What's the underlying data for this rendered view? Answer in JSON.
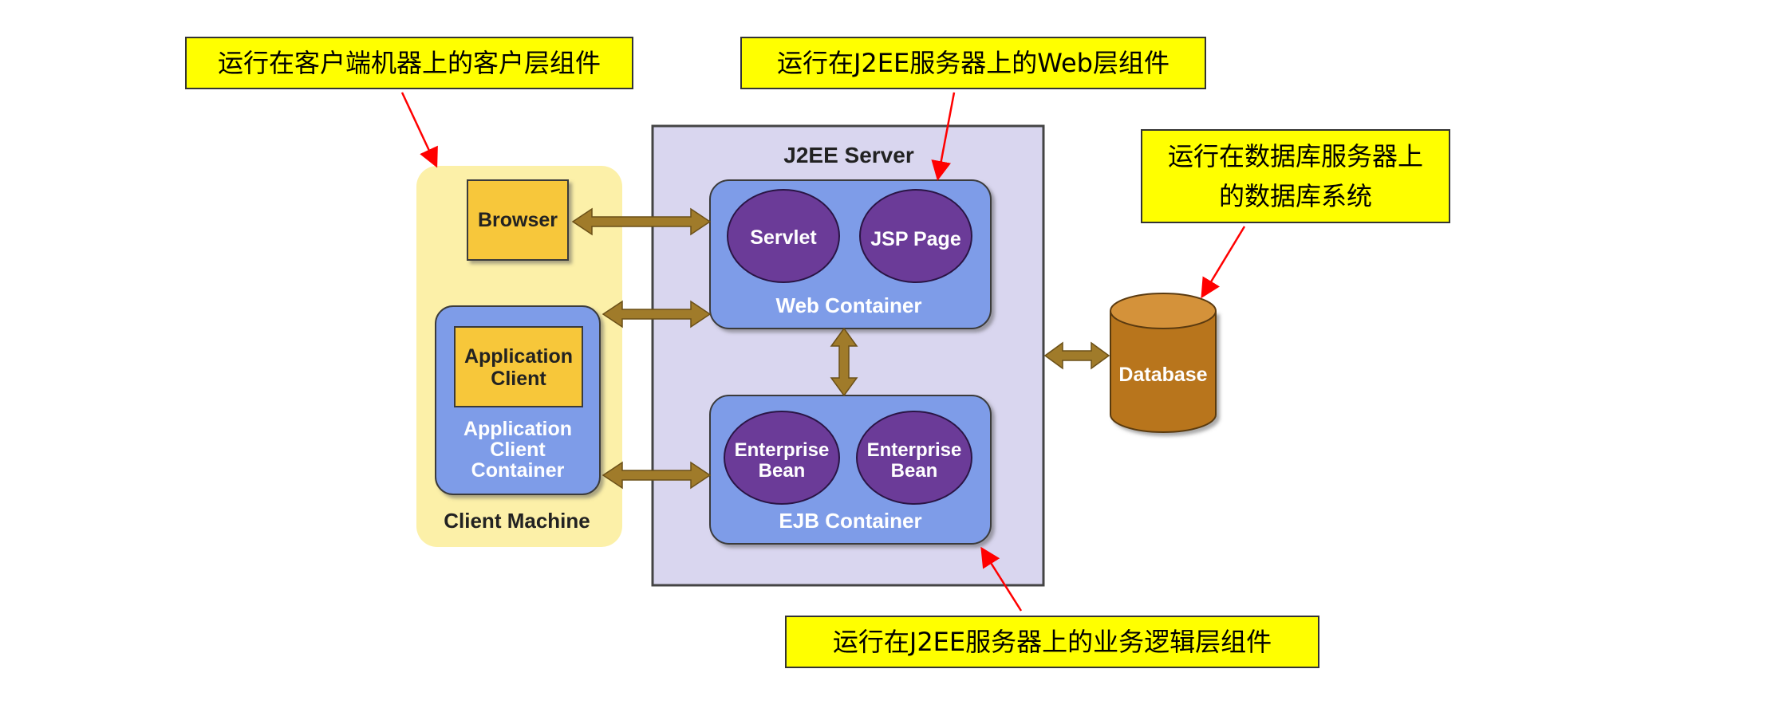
{
  "callouts": {
    "client_tier": "运行在客户端机器上的客户层组件",
    "web_tier": "运行在J2EE服务器上的Web层组件",
    "db_line1": "运行在数据库服务器上",
    "db_line2": "的数据库系统",
    "business_tier": "运行在J2EE服务器上的业务逻辑层组件"
  },
  "client_machine": {
    "label": "Client Machine",
    "browser": "Browser",
    "app_client_line1": "Application",
    "app_client_line2": "Client",
    "app_container_line1": "Application",
    "app_container_line2": "Client",
    "app_container_line3": "Container"
  },
  "server": {
    "title": "J2EE Server",
    "web_container": {
      "label": "Web Container",
      "servlet": "Servlet",
      "jsp": "JSP Page"
    },
    "ejb_container": {
      "label": "EJB Container",
      "bean1_line1": "Enterprise",
      "bean1_line2": "Bean",
      "bean2_line1": "Enterprise",
      "bean2_line2": "Bean"
    }
  },
  "database": {
    "label": "Database"
  },
  "colors": {
    "callout_bg": "#ffff00",
    "client_area": "#fcf0a8",
    "server_bg": "#d9d6ef",
    "container": "#7e9ce8",
    "component": "#6b3b98",
    "client_box": "#f7c73a",
    "arrow": "#a07b2a",
    "database": "#b8751e",
    "pointer": "#ff0000"
  }
}
